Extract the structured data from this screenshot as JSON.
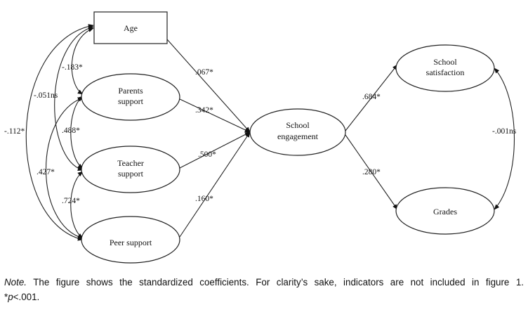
{
  "nodes": {
    "age": [
      "Age"
    ],
    "parents": [
      "Parents",
      "support"
    ],
    "teacher": [
      "Teacher",
      "support"
    ],
    "peer": [
      "Peer support"
    ],
    "engagement": [
      "School",
      "engagement"
    ],
    "satisfaction": [
      "School",
      "satisfaction"
    ],
    "grades": [
      "Grades"
    ]
  },
  "coefficients": {
    "age_parents": "-.183*",
    "age_teacher": "-.051ns",
    "age_peer": "-.112*",
    "parents_teacher": ".488*",
    "parents_peer": ".427*",
    "teacher_peer": ".724*",
    "age_engagement": ".067*",
    "parents_engagement": ".342*",
    "teacher_engagement": ".500*",
    "peer_engagement": ".160*",
    "engagement_satisfaction": ".684*",
    "engagement_grades": ".280*",
    "satisfaction_grades": "-.001ns"
  },
  "note": {
    "label": "Note.",
    "text": " The figure shows the standardized coefficients. For clarity’s sake, indicators are not included in figure 1.",
    "sig_prefix": "*",
    "sig_p": "p",
    "sig_rest": "<.001."
  }
}
